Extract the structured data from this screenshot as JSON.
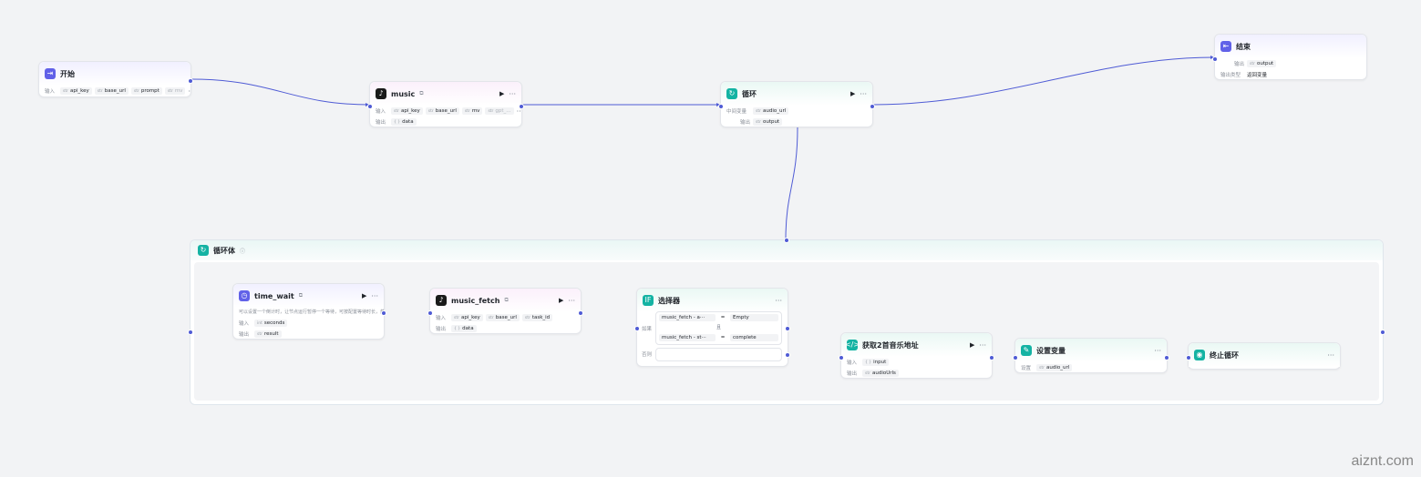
{
  "nodes": {
    "start": {
      "title": "开始",
      "input_label": "输入",
      "inputs": [
        {
          "type": "str",
          "name": "api_key"
        },
        {
          "type": "str",
          "name": "base_url"
        },
        {
          "type": "str",
          "name": "prompt"
        },
        {
          "type": "str",
          "name": "mv"
        }
      ]
    },
    "music": {
      "title": "music",
      "input_label": "输入",
      "output_label": "输出",
      "inputs": [
        {
          "type": "str",
          "name": "api_key"
        },
        {
          "type": "str",
          "name": "base_url"
        },
        {
          "type": "str",
          "name": "mv"
        },
        {
          "type": "str",
          "name": "gpt_..."
        }
      ],
      "outputs": [
        {
          "type": "{ }",
          "name": "data"
        }
      ]
    },
    "loop": {
      "title": "循环",
      "mid_label": "中间变量",
      "output_label": "输出",
      "mid": [
        {
          "type": "str",
          "name": "audio_url"
        }
      ],
      "outputs": [
        {
          "type": "str",
          "name": "output"
        }
      ]
    },
    "end": {
      "title": "结束",
      "output_label": "输出",
      "return_label": "输出类型",
      "outputs": [
        {
          "type": "str",
          "name": "output"
        }
      ],
      "return_value": "返回变量"
    },
    "loop_body": {
      "title": "循环体"
    },
    "time_wait": {
      "title": "time_wait",
      "desc": "可以设置一个倒计时，让节点运行暂停一个等待，可按配置等待时长，然后继续运行",
      "input_label": "输入",
      "output_label": "输出",
      "inputs": [
        {
          "type": "int",
          "name": "seconds"
        }
      ],
      "outputs": [
        {
          "type": "str",
          "name": "result"
        }
      ]
    },
    "music_fetch": {
      "title": "music_fetch",
      "input_label": "输入",
      "output_label": "输出",
      "inputs": [
        {
          "type": "str",
          "name": "api_key"
        },
        {
          "type": "str",
          "name": "base_url"
        },
        {
          "type": "str",
          "name": "task_id"
        }
      ],
      "outputs": [
        {
          "type": "{ }",
          "name": "data"
        }
      ]
    },
    "selector": {
      "title": "选择器",
      "if_label": "如果",
      "else_label": "否则",
      "and_label": "且",
      "conditions": [
        {
          "field": "music_fetch - a···",
          "op": "=",
          "value": "Empty"
        },
        {
          "field": "music_fetch - st···",
          "op": "=",
          "value": "complete"
        }
      ]
    },
    "get_urls": {
      "title": "获取2首音乐地址",
      "input_label": "输入",
      "output_label": "输出",
      "inputs": [
        {
          "type": "{ }",
          "name": "input"
        }
      ],
      "outputs": [
        {
          "type": "str",
          "name": "audioUrls"
        }
      ]
    },
    "set_var": {
      "title": "设置变量",
      "set_label": "设置",
      "items": [
        {
          "type": "str",
          "name": "audio_url"
        }
      ]
    },
    "stop_loop": {
      "title": "终止循环"
    }
  },
  "watermark": "aiznt.com"
}
